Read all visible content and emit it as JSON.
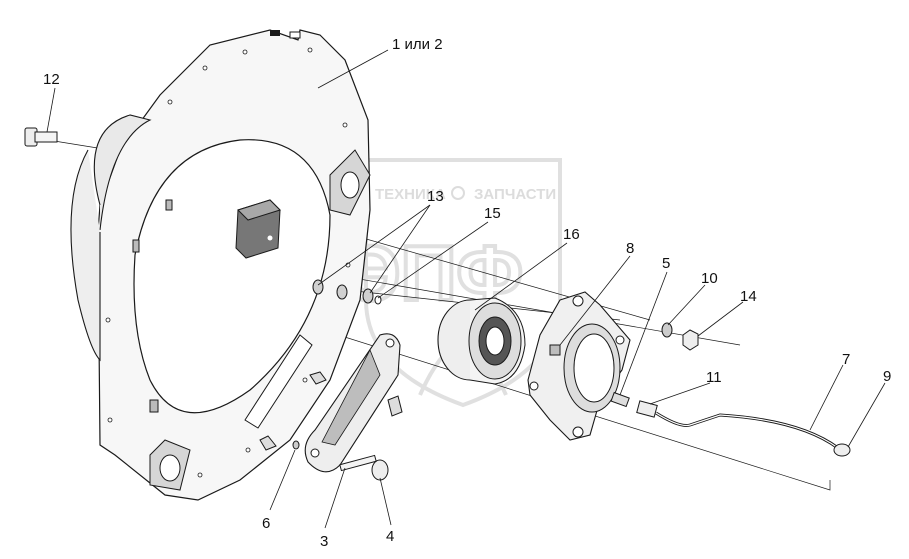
{
  "watermark": {
    "line1": "ТЕХНИКА",
    "line2": "ЗАПЧАСТИ",
    "logo": "ЭПФ",
    "color": "#c8c8c8"
  },
  "callouts": [
    {
      "id": "1",
      "text": "1 или 2"
    },
    {
      "id": "3",
      "text": "3"
    },
    {
      "id": "4",
      "text": "4"
    },
    {
      "id": "5",
      "text": "5"
    },
    {
      "id": "6",
      "text": "6"
    },
    {
      "id": "7",
      "text": "7"
    },
    {
      "id": "8",
      "text": "8"
    },
    {
      "id": "9",
      "text": "9"
    },
    {
      "id": "10",
      "text": "10"
    },
    {
      "id": "11",
      "text": "11"
    },
    {
      "id": "12",
      "text": "12"
    },
    {
      "id": "13",
      "text": "13"
    },
    {
      "id": "14",
      "text": "14"
    },
    {
      "id": "15",
      "text": "15"
    },
    {
      "id": "16",
      "text": "16"
    }
  ],
  "colors": {
    "line": "#1a1a1a",
    "part_fill": "#f4f4f4",
    "shade": "#bdbdbd",
    "dark": "#555555"
  }
}
